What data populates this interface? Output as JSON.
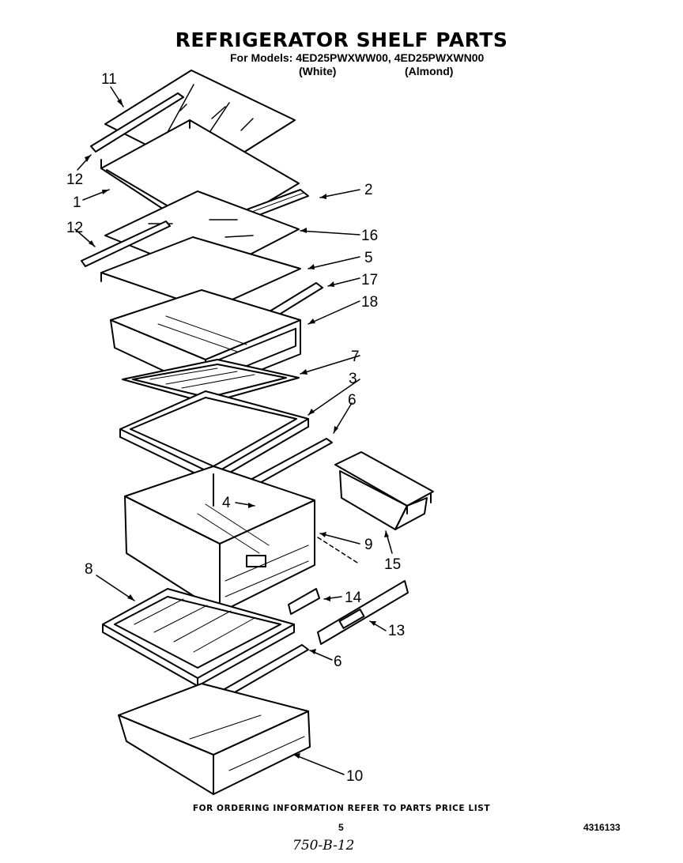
{
  "title": "REFRIGERATOR SHELF PARTS",
  "models_line": "For Models: 4ED25PWXWW00, 4ED25PWXWN00",
  "variants": [
    "(White)",
    "(Almond)"
  ],
  "callouts": [
    "11",
    "12",
    "1",
    "2",
    "16",
    "12",
    "5",
    "17",
    "18",
    "7",
    "3",
    "6",
    "4",
    "9",
    "15",
    "8",
    "14",
    "13",
    "6",
    "10"
  ],
  "footer_note": "FOR ORDERING INFORMATION REFER TO PARTS PRICE LIST",
  "page_number": "5",
  "document_number": "4316133",
  "handwritten_note": "750-B-12"
}
